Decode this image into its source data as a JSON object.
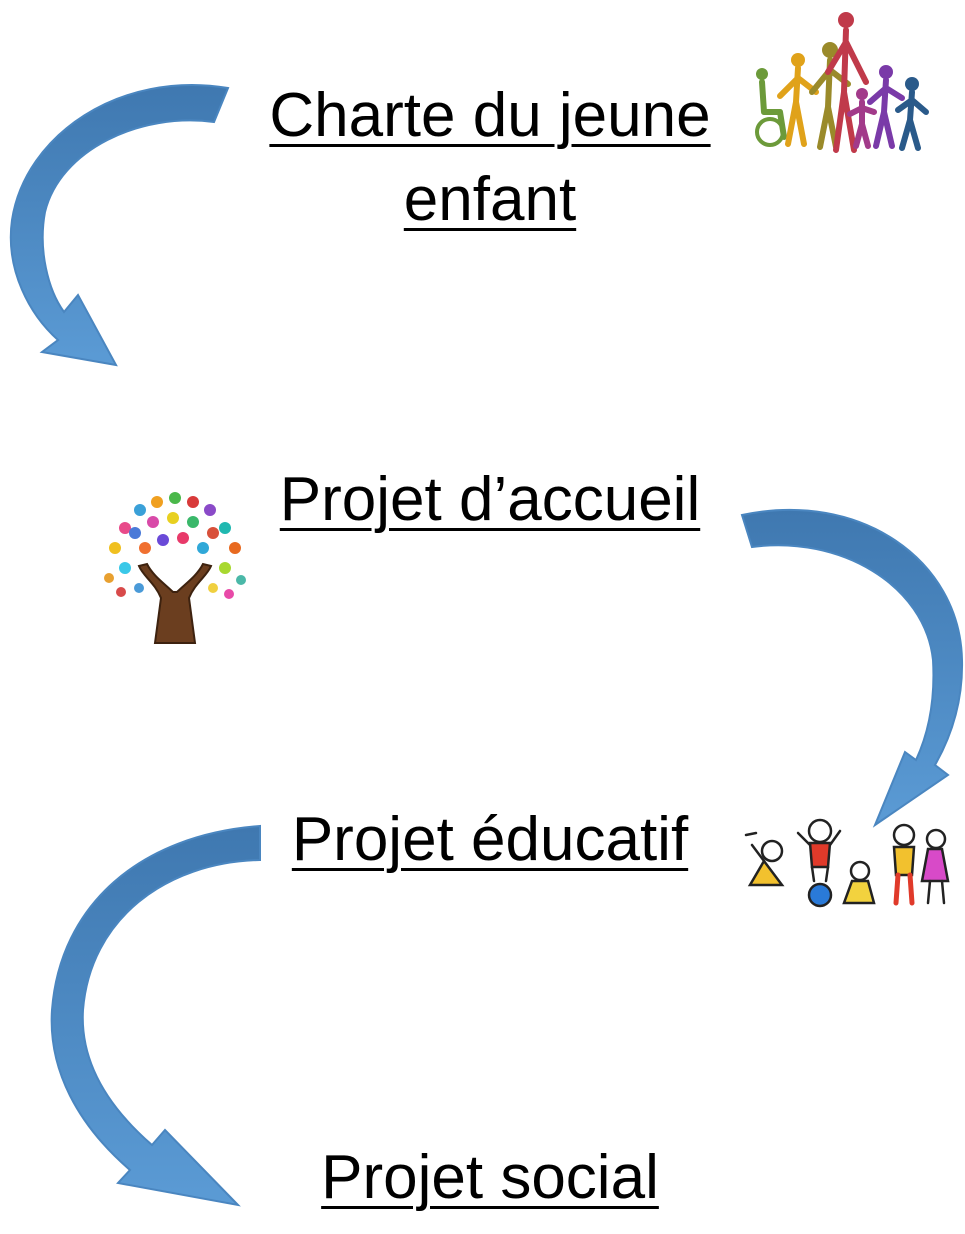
{
  "steps": [
    {
      "lines": [
        "Charte du jeune",
        "enfant"
      ]
    },
    {
      "lines": [
        "Projet d’accueil"
      ]
    },
    {
      "lines": [
        "Projet éducatif"
      ]
    },
    {
      "lines": [
        "Projet social"
      ]
    }
  ],
  "colors": {
    "arrow_light": "#5b9bd5",
    "arrow_dark": "#3f78b0",
    "text": "#000000"
  },
  "icons": [
    "family-figures-icon",
    "hands-tree-icon",
    "children-playing-icon"
  ]
}
